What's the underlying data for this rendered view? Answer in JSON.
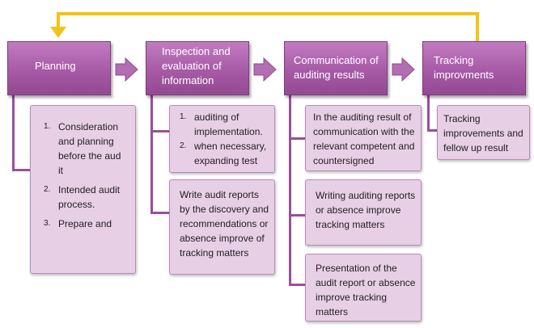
{
  "colors": {
    "header": "#a75aa6",
    "card": "#e7cfe6",
    "connector": "#9b4e9a",
    "feedback_arrow": "#f2c31a"
  },
  "steps": [
    {
      "title": "Planning"
    },
    {
      "title": "Inspection and evaluation of information"
    },
    {
      "title": "Communication of auditing results"
    },
    {
      "title": "Tracking improvments"
    }
  ],
  "planning_card": {
    "items": [
      {
        "num": "1.",
        "text": "Consideration and planning before the audit"
      },
      {
        "num": "2.",
        "text": "Intended audit process."
      },
      {
        "num": "3.",
        "text": "Prepare and"
      }
    ]
  },
  "inspection_cards": {
    "list": [
      {
        "num": "1.",
        "text": "auditing of implementation."
      },
      {
        "num": "2.",
        "text": "when necessary, expanding test"
      }
    ],
    "report": "Write audit reports by the discovery and recommendations or absence improve of tracking matters"
  },
  "communication_cards": [
    "In the auditing result of communication with the relevant competent and countersigned",
    "Writing auditing reports or absence improve tracking matters",
    "Presentation of the audit report or absence improve tracking matters"
  ],
  "tracking_card": "Tracking improvements and fellow up result"
}
